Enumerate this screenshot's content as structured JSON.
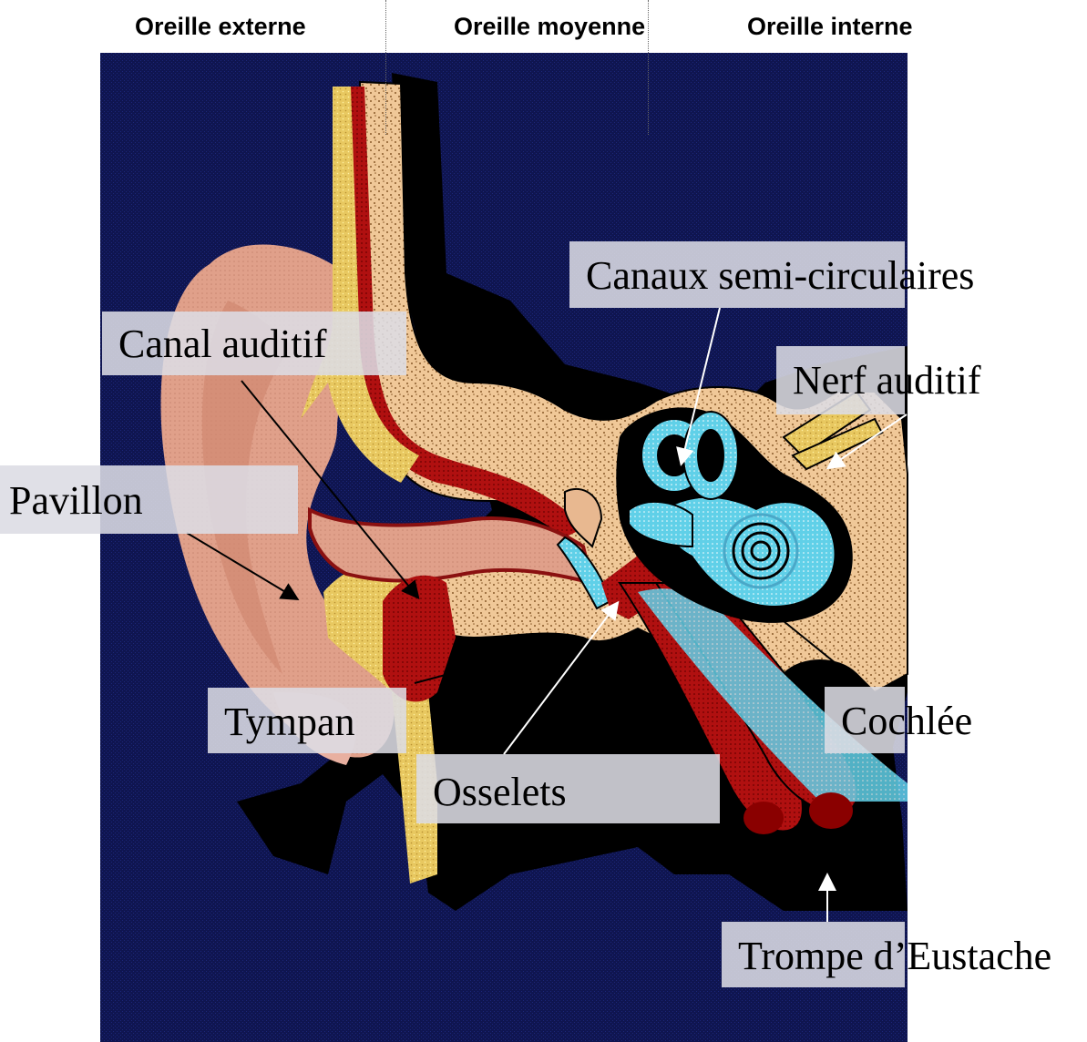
{
  "sections": {
    "external": "Oreille externe",
    "middle": "Oreille moyenne",
    "inner": "Oreille interne"
  },
  "labels": {
    "canal_auditif": "Canal auditif",
    "pavillon": "Pavillon",
    "tympan": "Tympan",
    "osselets": "Osselets",
    "canaux_semi_circulaires": "Canaux semi-circulaires",
    "nerf_auditif": "Nerf auditif",
    "cochlee": "Cochlée",
    "trompe_eustache": "Trompe d’Eustache"
  },
  "colors": {
    "background_navy": "#0f1550",
    "skin": "#e0a08a",
    "bone": "#f0c898",
    "cartilage": "#e8c860",
    "muscle_red": "#b01010",
    "fluid_cyan": "#60d0e8",
    "shadow": "#000000"
  }
}
